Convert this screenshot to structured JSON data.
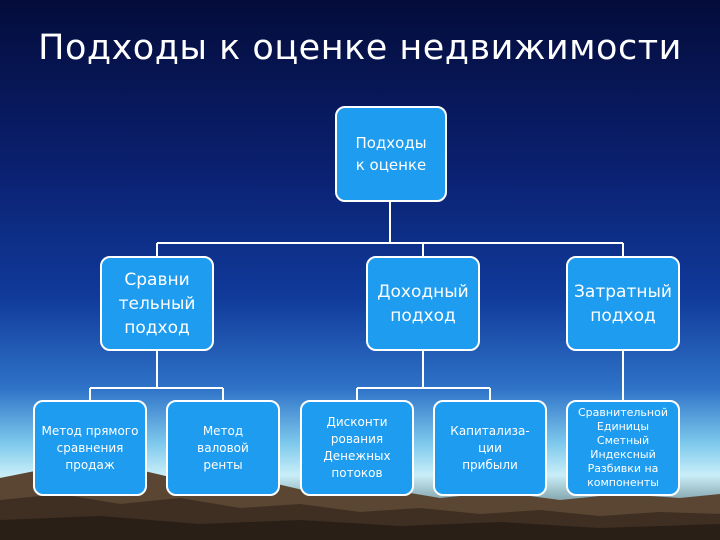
{
  "slide": {
    "title": "Подходы к оценке недвижимости"
  },
  "diagram": {
    "root": "Подходы\nк оценке",
    "approaches": [
      {
        "label": "Сравни\nтельный\nподход"
      },
      {
        "label": "Доходный\nподход"
      },
      {
        "label": "Затратный\nподход"
      }
    ],
    "methods": [
      {
        "label": "Метод прямого\nсравнения\nпродаж"
      },
      {
        "label": "Метод\nваловой\nренты"
      },
      {
        "label": "Дисконти\nрования\nДенежных\nпотоков"
      },
      {
        "label": "Капитализа-\nции\nприбыли"
      },
      {
        "label": "Сравнительной\nЕдиницы\nСметный\nИндексный\nРазбивки на\nкомпоненты"
      }
    ]
  },
  "colors": {
    "box_fill": "#1e9cf0",
    "box_border": "#ffffff",
    "connector": "#ffffff"
  }
}
